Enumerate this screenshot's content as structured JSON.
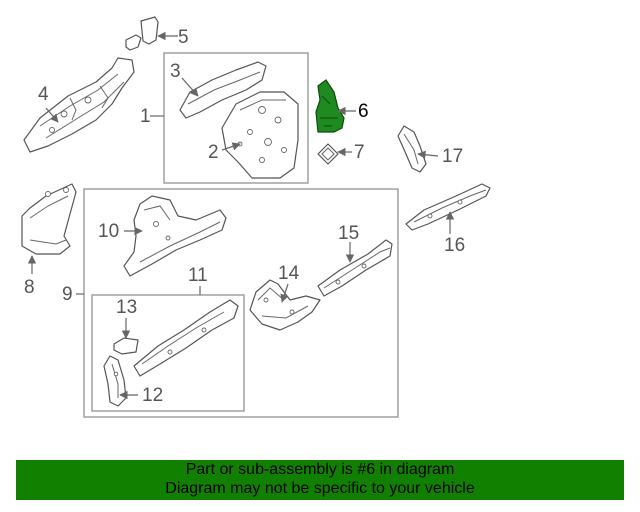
{
  "callouts": {
    "c1": "1",
    "c2": "2",
    "c3": "3",
    "c4": "4",
    "c5": "5",
    "c6": "6",
    "c7": "7",
    "c8": "8",
    "c9": "9",
    "c10": "10",
    "c11": "11",
    "c12": "12",
    "c13": "13",
    "c14": "14",
    "c15": "15",
    "c16": "16",
    "c17": "17"
  },
  "highlight": {
    "part": "6",
    "color": "#1f8a1f"
  },
  "banner": {
    "line1": "Part or sub-assembly is #6 in diagram",
    "line2": "Diagram may not be specific to your vehicle",
    "color": "#118000"
  }
}
